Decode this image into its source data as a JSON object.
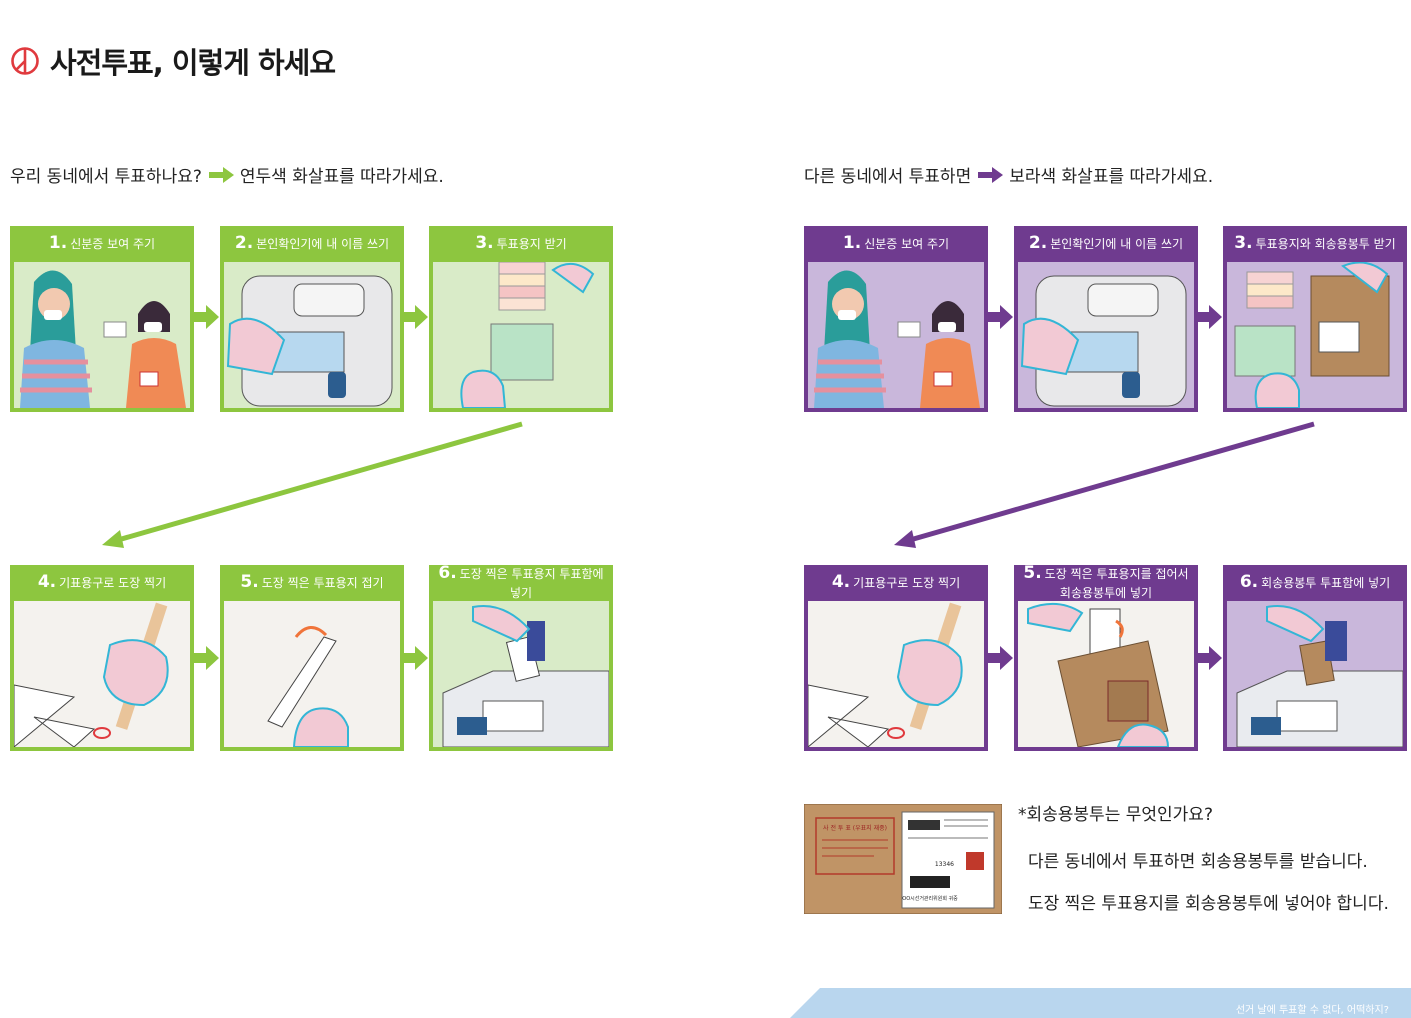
{
  "title": "사전투표, 이렇게 하세요",
  "colors": {
    "green": "#8dc63f",
    "purple": "#6f3b8f",
    "light_green": "#d9ebc8",
    "light_purple": "#c9b7db",
    "footer_blue": "#b9d6ee",
    "stamp_red": "#e03a3e"
  },
  "left": {
    "intro_before": "우리 동네에서 투표하나요?",
    "intro_after": "연두색 화살표를 따라가세요.",
    "steps": [
      {
        "num": "1.",
        "text": "신분증 보여 주기"
      },
      {
        "num": "2.",
        "text": "본인확인기에 내 이름 쓰기"
      },
      {
        "num": "3.",
        "text": "투표용지 받기"
      },
      {
        "num": "4.",
        "text": "기표용구로 도장 찍기"
      },
      {
        "num": "5.",
        "text": "도장 찍은 투표용지 접기"
      },
      {
        "num": "6.",
        "text": "도장 찍은 투표용지 투표함에 넣기"
      }
    ]
  },
  "right": {
    "intro_before": "다른 동네에서 투표하면",
    "intro_after": "보라색 화살표를 따라가세요.",
    "steps": [
      {
        "num": "1.",
        "text": "신분증 보여 주기"
      },
      {
        "num": "2.",
        "text": "본인확인기에 내 이름 쓰기"
      },
      {
        "num": "3.",
        "text": "투표용지와 회송용봉투 받기"
      },
      {
        "num": "4.",
        "text": "기표용구로 도장 찍기"
      },
      {
        "num": "5.",
        "text": "도장 찍은 투표용지를 접어서 회송용봉투에 넣기"
      },
      {
        "num": "6.",
        "text": "회송용봉투 투표함에 넣기"
      }
    ]
  },
  "envelope": {
    "stamp_title": "사 전 투 표 (우표지 재중)",
    "barcode_text": "13346",
    "recipient": "OO시선거관리위원회 귀중"
  },
  "note": {
    "question": "*회송용봉투는 무엇인가요?",
    "answer1": "다른 동네에서 투표하면 회송용봉투를 받습니다.",
    "answer2": "도장 찍은 투표용지를 회송용봉투에 넣어야 합니다."
  },
  "footer": {
    "text": "선거 날에 투표할 수 없다, 어떡하지?"
  }
}
